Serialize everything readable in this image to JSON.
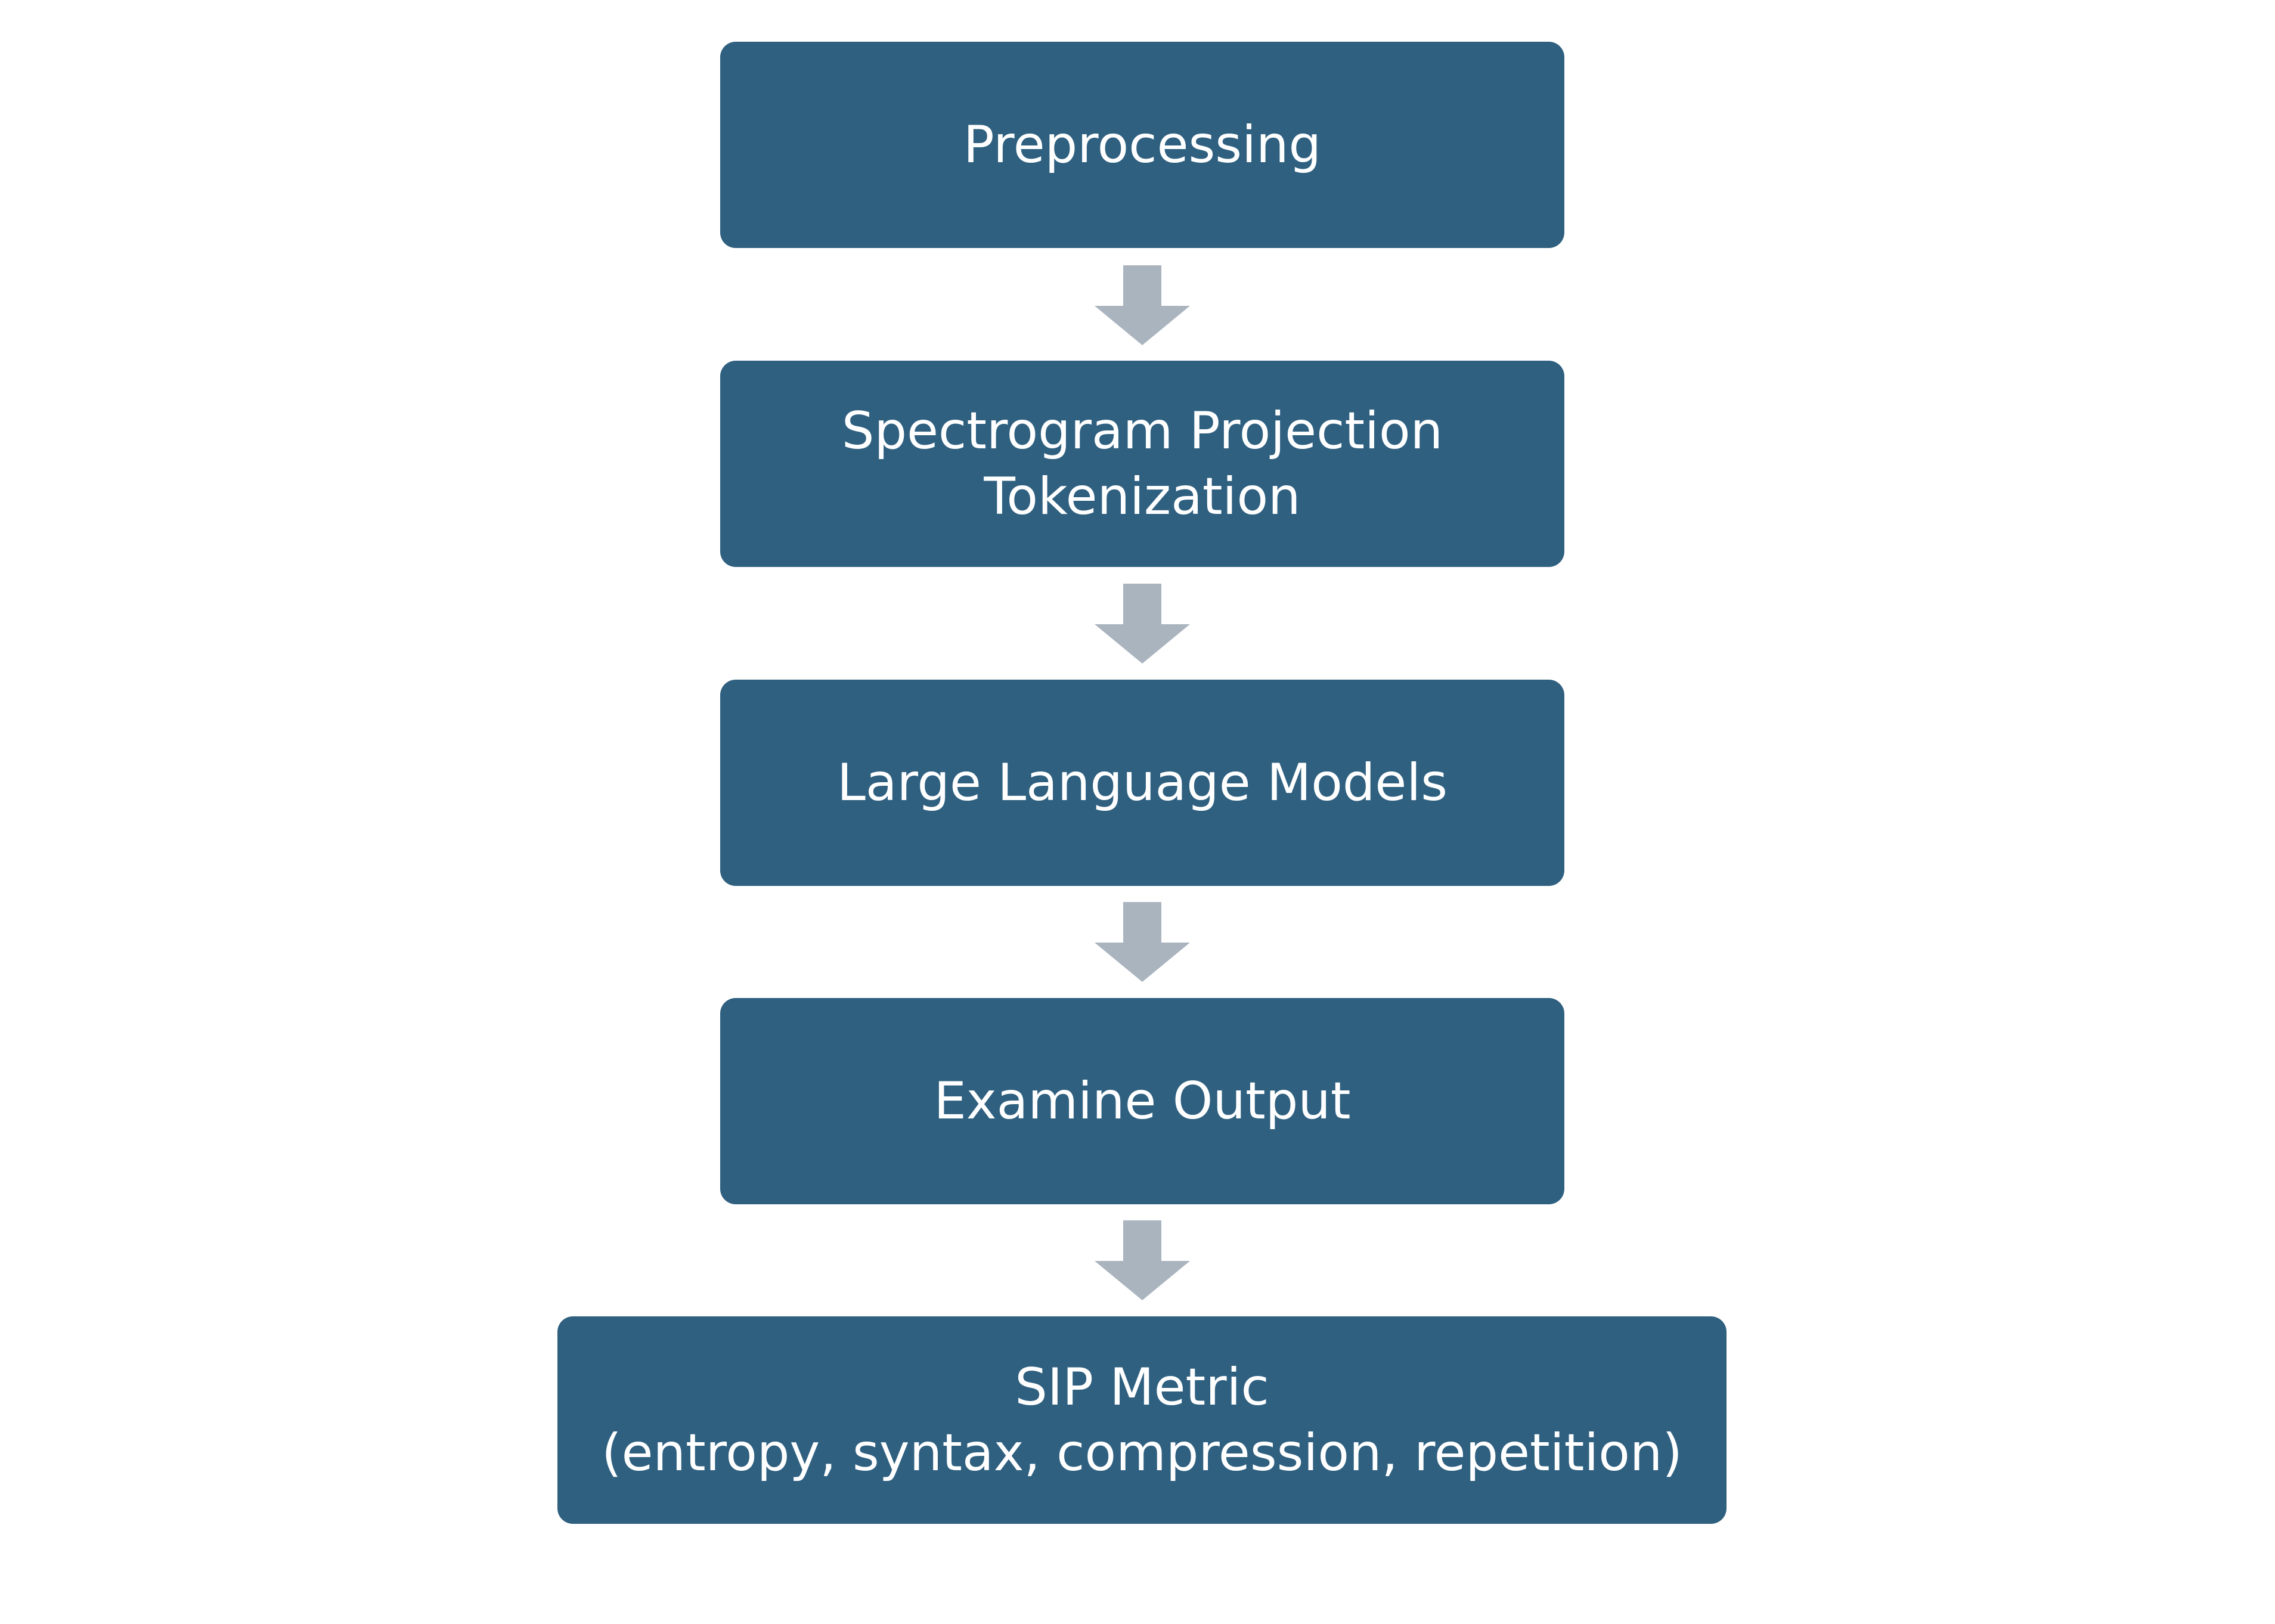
{
  "steps": [
    {
      "lines": [
        "Preprocessing"
      ]
    },
    {
      "lines": [
        "Spectrogram Projection",
        "Tokenization"
      ]
    },
    {
      "lines": [
        "Large Language Models"
      ]
    },
    {
      "lines": [
        "Examine Output"
      ]
    },
    {
      "lines": [
        "SIP Metric",
        "(entropy, syntax, compression, repetition)"
      ]
    }
  ],
  "colors": {
    "box": "#2f6080",
    "text": "#ffffff",
    "arrow": "#aab4bf",
    "background": "#ffffff"
  },
  "icons": {
    "connector": "down-arrow-icon"
  }
}
